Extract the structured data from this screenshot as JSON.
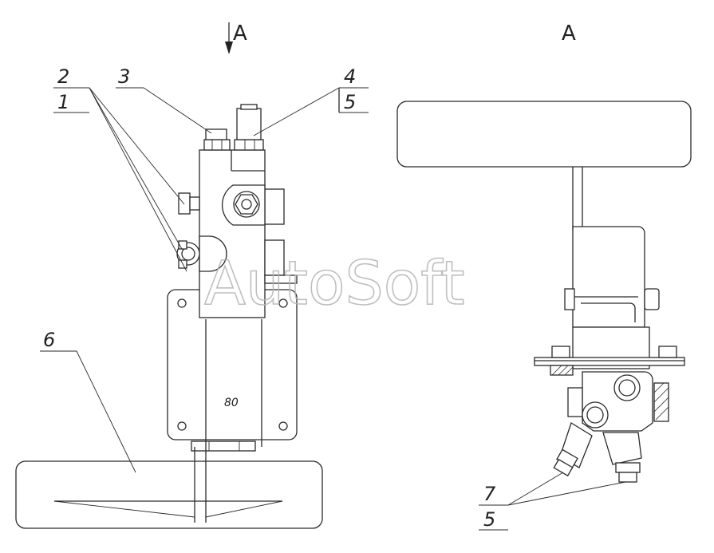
{
  "view_labels": {
    "arrow_view": "A",
    "section_view": "A"
  },
  "callouts": {
    "c2_top": "2",
    "c2_bottom": "1",
    "c3": "3",
    "c4_top": "4",
    "c4_bottom": "5",
    "c6": "6",
    "c7_top": "7",
    "c7_bottom": "5"
  },
  "body_marking": "80",
  "watermark": "AutoSoft"
}
